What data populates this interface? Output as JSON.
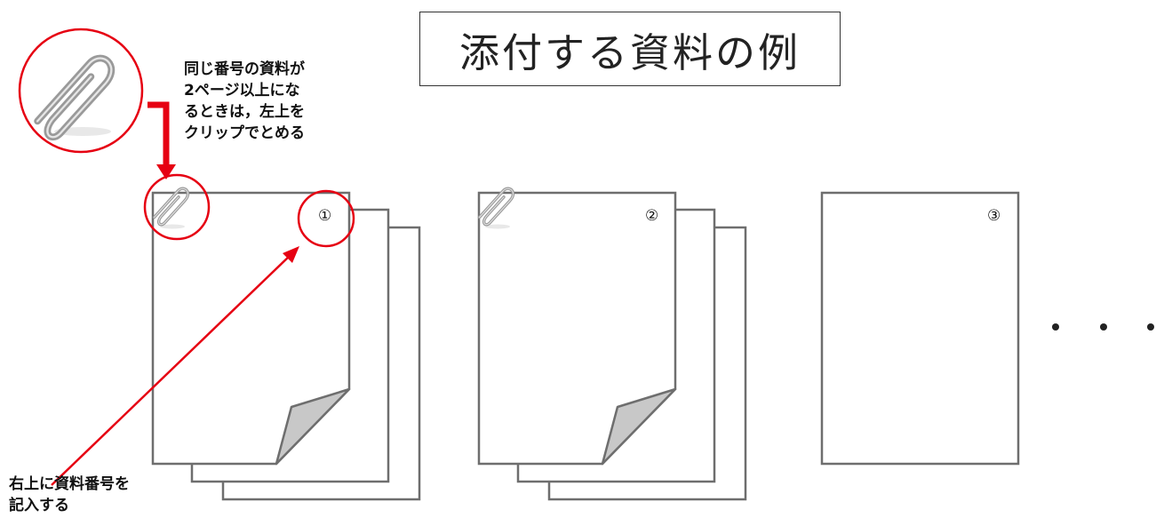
{
  "title": "添付する資料の例",
  "note_clip": {
    "lines": [
      "同じ番号の資料が",
      "2ページ以上にな",
      "るときは，左上を",
      "クリップでとめる"
    ]
  },
  "note_number": {
    "lines": [
      "右上に資料番号を",
      "記入する"
    ]
  },
  "documents": [
    {
      "number": "①"
    },
    {
      "number": "②"
    },
    {
      "number": "③"
    }
  ],
  "ellipsis": "・・・",
  "colors": {
    "accent": "#e60012",
    "outline": "#6e6e6e",
    "fold": "#c8c8c8"
  },
  "icons": {
    "clip": "paperclip-icon"
  }
}
